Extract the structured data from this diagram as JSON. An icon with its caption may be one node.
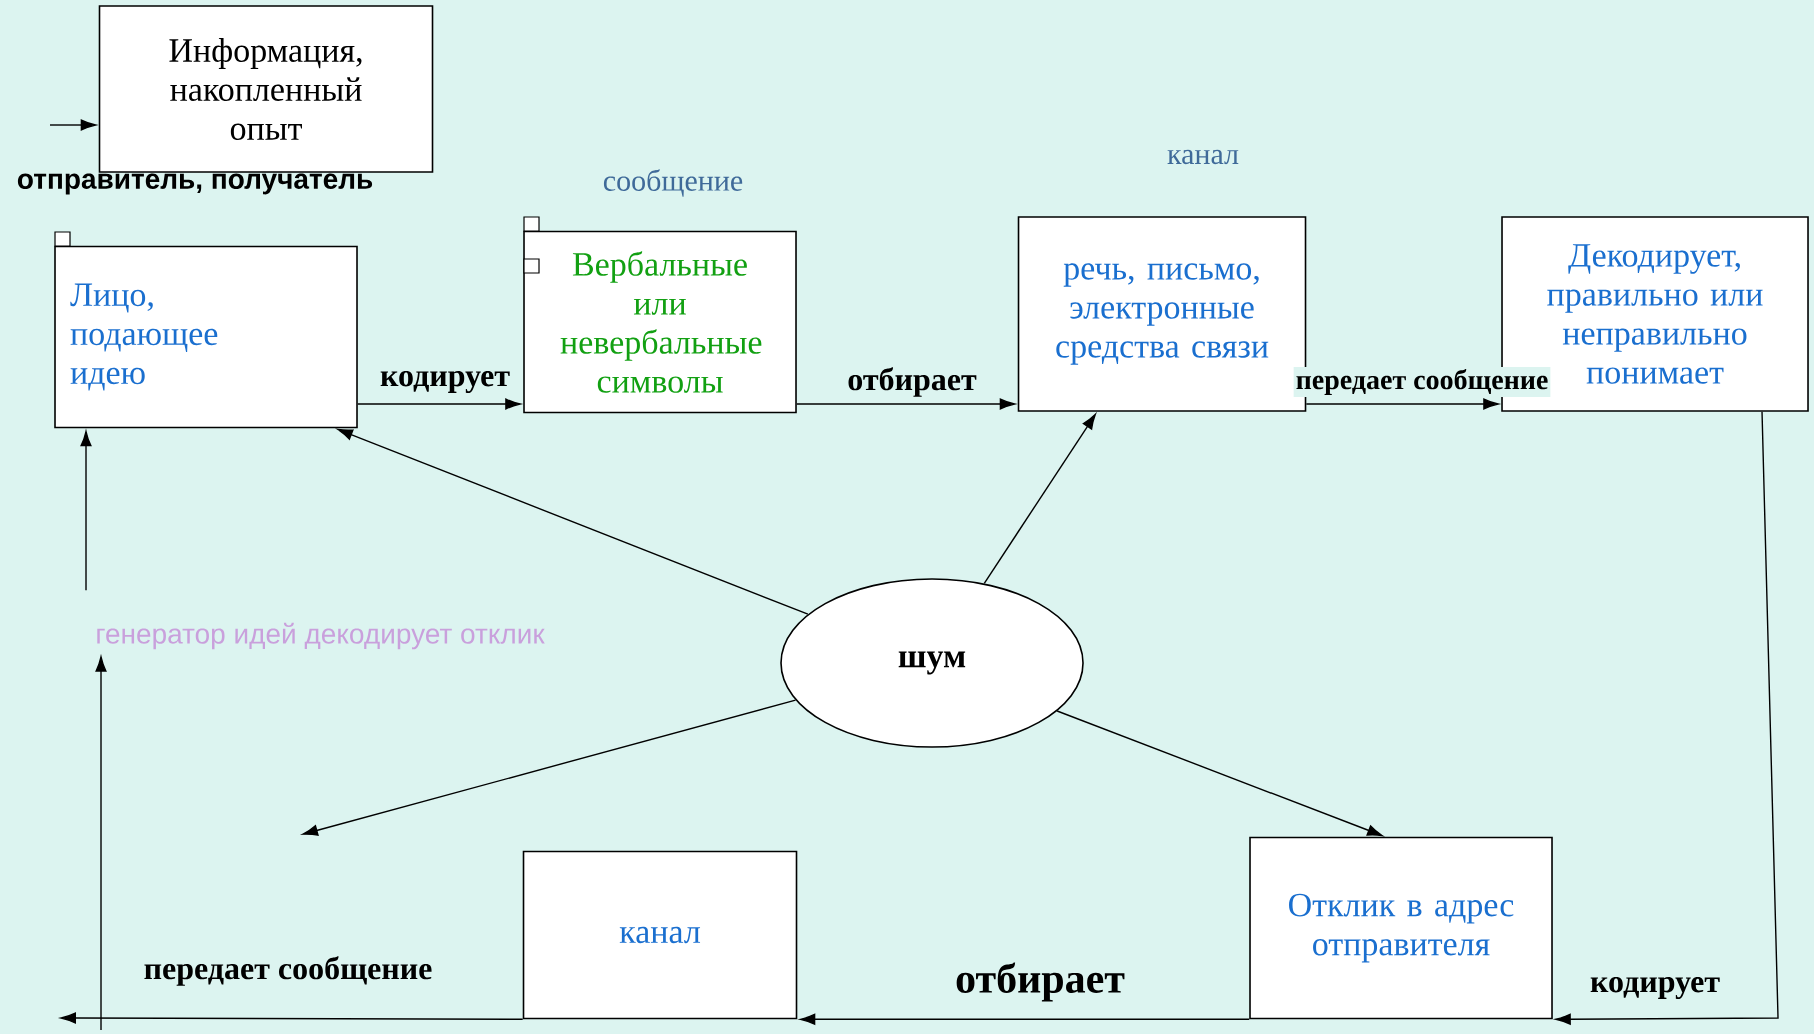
{
  "diagram": {
    "nodes": [
      {
        "text": [
          "Информация, накопленный опыт"
        ]
      },
      {
        "text": [
          "отправитель, получатель",
          "Лицо, подающее идею"
        ]
      },
      {
        "text": [
          "сообщение",
          "Вербальные или невербальные символы"
        ]
      },
      {
        "text": [
          "канал",
          "речь, письмо, электронные средства связи"
        ]
      },
      {
        "text": [
          "Декодирует, правильно или неправильно понимает"
        ]
      },
      {
        "text": [
          "шум"
        ]
      },
      {
        "text": [
          "канал"
        ]
      },
      {
        "text": [
          "Отклик в адрес отправителя"
        ]
      },
      {
        "text": [
          "генератор идей декодирует отклик"
        ]
      }
    ],
    "edges": [
      {
        "from": null,
        "to": 0,
        "arrow": "to"
      },
      {
        "from": 1,
        "to": 2,
        "arrow": "to",
        "label": "кодирует"
      },
      {
        "from": 2,
        "to": 3,
        "arrow": "to",
        "label": "отбирает"
      },
      {
        "from": 3,
        "to": 4,
        "arrow": "to",
        "label": "передает сообщение"
      },
      {
        "from": 4,
        "to": 7,
        "arrow": "to",
        "label": "кодирует"
      },
      {
        "from": 7,
        "to": 6,
        "arrow": "to",
        "label": "отбирает"
      },
      {
        "from": 6,
        "to": null,
        "arrow": "to",
        "label": "передает сообщение"
      },
      {
        "from": null,
        "to": 8,
        "arrow": "to"
      },
      {
        "from": 8,
        "to": 1,
        "arrow": "to"
      },
      {
        "from": 5,
        "to": 1,
        "arrow": "to"
      },
      {
        "from": 5,
        "to": 3,
        "arrow": "to"
      },
      {
        "from": 5,
        "to": null,
        "arrow": "to"
      },
      {
        "from": 5,
        "to": 7,
        "arrow": "to"
      }
    ]
  }
}
